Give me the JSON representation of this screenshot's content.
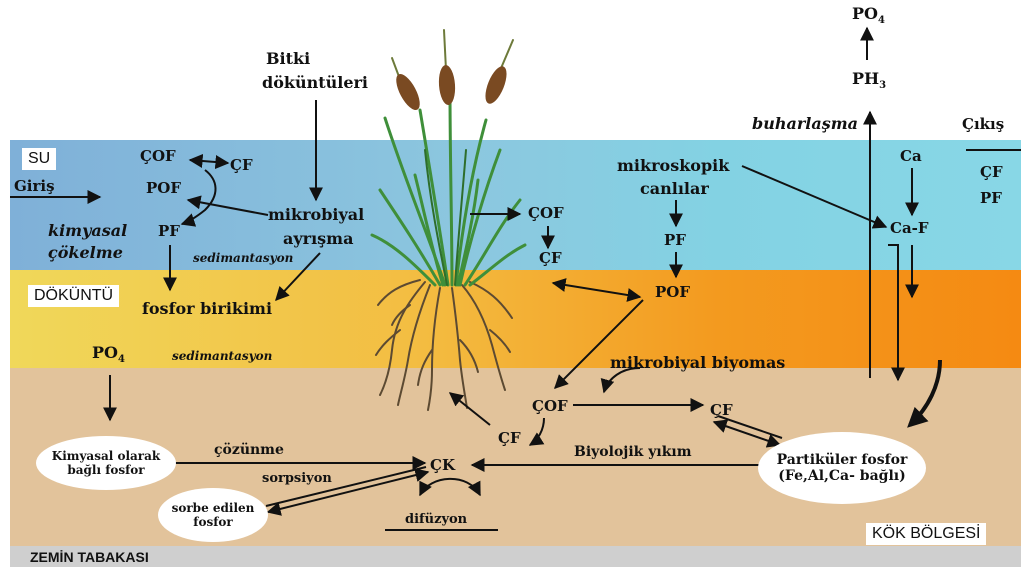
{
  "zones": {
    "water": "SU",
    "litter": "DÖKÜNTÜ",
    "root_zone": "KÖK BÖLGESİ",
    "bedrock": "ZEMİN TABAKASI"
  },
  "water_zone": {
    "inflow": "Giriş",
    "cof": "ÇOF",
    "cf": "ÇF",
    "pof": "POF",
    "pf": "PF",
    "chemical_precip_1": "kimyasal",
    "chemical_precip_2": "çökelme",
    "plant_litter_1": "Bitki",
    "plant_litter_2": "döküntüleri",
    "microbial_decomp_1": "mikrobiyal",
    "microbial_decomp_2": "ayrışma",
    "sedimentation_1": "sedimantasyon",
    "evaporation": "buharlaşma",
    "outflow": "Çıkış",
    "outflow_cf": "ÇF",
    "outflow_pf": "PF",
    "ph3": "PH",
    "ph3_sub": "3",
    "po4_top": "PO",
    "po4_top_sub": "4",
    "ca": "Ca",
    "caf": "Ca-F",
    "plant_cof": "ÇOF",
    "plant_cf": "ÇF",
    "micro_1": "mikroskopik",
    "micro_2": "canlılar",
    "micro_pf": "PF"
  },
  "litter_zone": {
    "phosphorus_accumulation": "fosfor birikimi",
    "sedimentation_2": "sedimantasyon",
    "po4": "PO",
    "po4_sub": "4",
    "pof": "POF"
  },
  "soil_zone": {
    "microbial_biomass": "mikrobiyal biyomas",
    "cof": "ÇOF",
    "cf_left": "ÇF",
    "cf_right": "ÇF",
    "chem_bound_1": "Kimyasal olarak",
    "chem_bound_2": "bağlı fosfor",
    "dissolution": "çözünme",
    "sorption": "sorpsiyon",
    "ck": "ÇK",
    "sorbed_1": "sorbe edilen",
    "sorbed_2": "fosfor",
    "diffusion": "difüzyon",
    "bio_breakdown": "Biyolojik yıkım",
    "particulate_1": "Partiküler fosfor",
    "particulate_2": "(Fe,Al,Ca- bağlı)"
  },
  "colors": {
    "water": "#86c6e0",
    "litter": "#f3a42a",
    "soil": "#e2c39b",
    "bedrock": "#cfcfcf",
    "arrow": "#111111",
    "plant": "#3f8f3a",
    "cattail": "#7a4a22"
  },
  "icons": [
    "cattail-plant-icon",
    "root-system-icon"
  ]
}
